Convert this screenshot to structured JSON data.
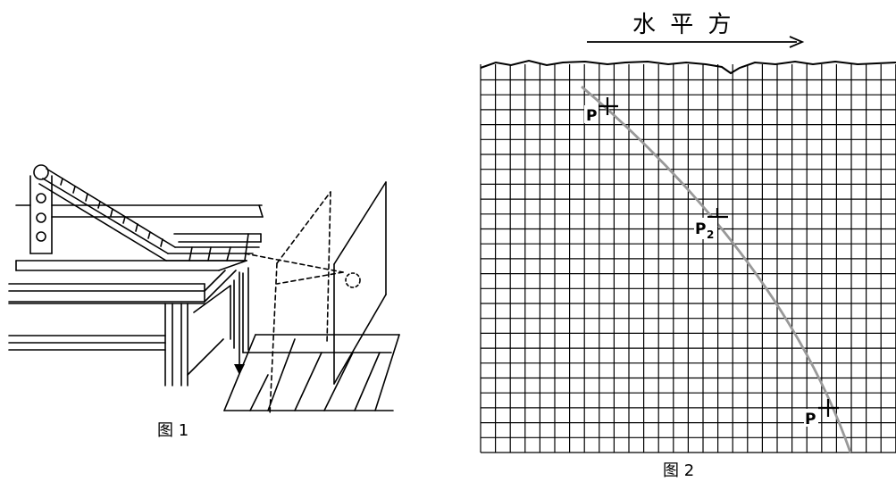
{
  "figure1": {
    "caption": "图 1"
  },
  "figure2": {
    "caption": "图 2",
    "direction_label": "水 平 方",
    "points": [
      {
        "label": "P",
        "subscript": ""
      },
      {
        "label": "P",
        "subscript": "2"
      },
      {
        "label": "P",
        "subscript": ""
      }
    ]
  }
}
